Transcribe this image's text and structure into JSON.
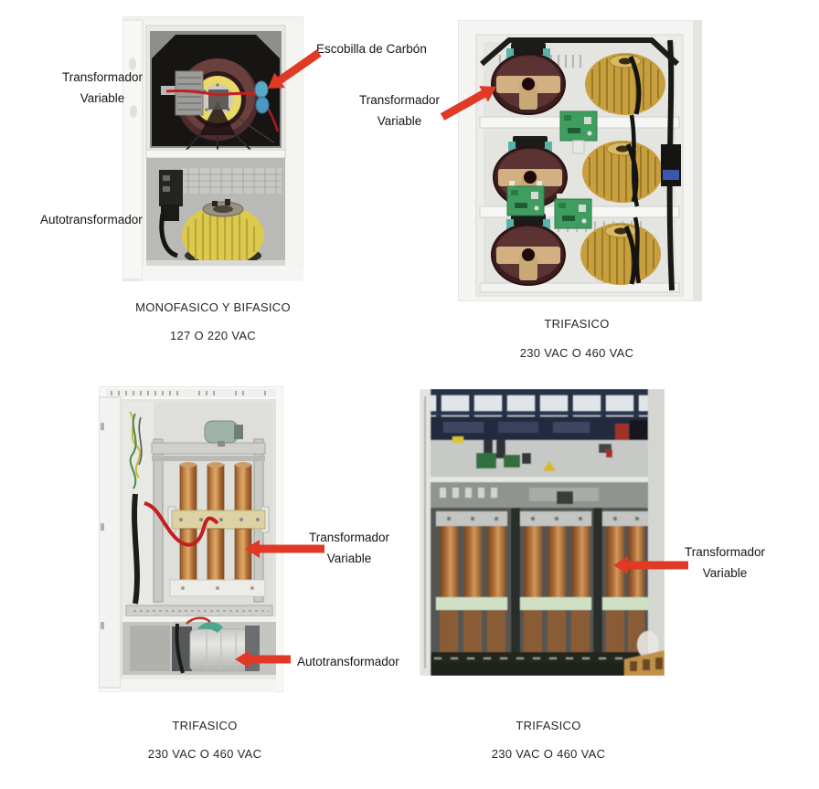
{
  "theme": {
    "background": "#ffffff",
    "arrow_color": "#e03a26",
    "text_color": "#1f1f1f"
  },
  "panels": {
    "top_left": {
      "caption": [
        "MONOFASICO Y BIFASICO",
        "127 O 220 VAC"
      ],
      "annotations": {
        "transformador_variable": {
          "line1": "Transformador",
          "line2": "Variable"
        },
        "escobilla_de_carbon": {
          "text": "Escobilla de Carbón"
        },
        "autotransformador": {
          "text": "Autotransformador"
        }
      }
    },
    "top_right": {
      "caption": [
        "TRIFASICO",
        "230 VAC O 460 VAC"
      ],
      "annotations": {
        "transformador_variable": {
          "line1": "Transformador",
          "line2": "Variable"
        }
      }
    },
    "bottom_left": {
      "caption": [
        "TRIFASICO",
        "230 VAC O 460 VAC"
      ],
      "annotations": {
        "transformador_variable": {
          "line1": "Transformador",
          "line2": "Variable"
        },
        "autotransformador": {
          "text": "Autotransformador"
        }
      }
    },
    "bottom_right": {
      "caption": [
        "TRIFASICO",
        "230 VAC O 460 VAC"
      ],
      "annotations": {
        "transformador_variable": {
          "line1": "Transformador",
          "line2": "Variable"
        }
      }
    }
  }
}
